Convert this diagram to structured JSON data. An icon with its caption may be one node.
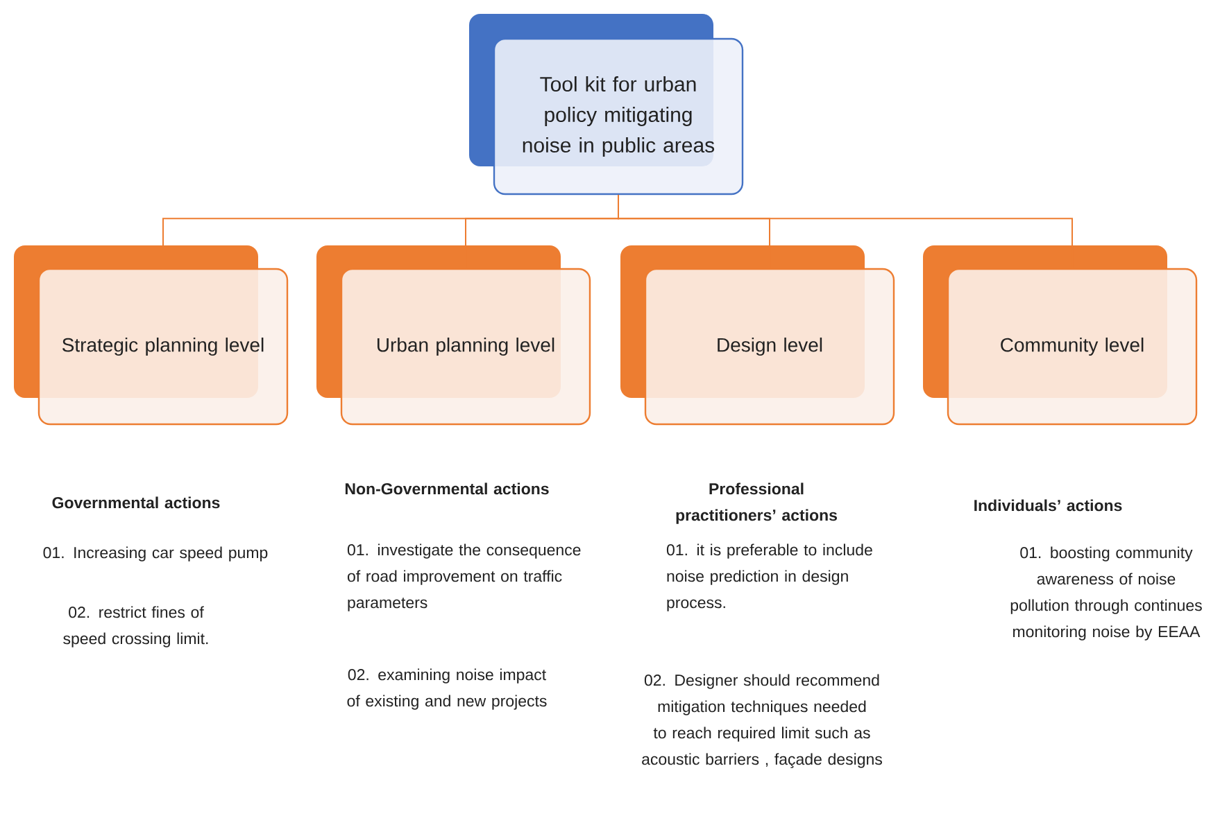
{
  "diagram": {
    "nodes": [
      {
        "text": [
          "Tool kit for urban policy mitigating noise in public areas"
        ]
      },
      {
        "text": [
          "Strategic planning level"
        ]
      },
      {
        "text": [
          "Urban planning level"
        ]
      },
      {
        "text": [
          "Design level"
        ]
      },
      {
        "text": [
          "Community level"
        ]
      }
    ],
    "edges": [
      {
        "from": 0,
        "to": 1,
        "arrow": "none"
      },
      {
        "from": 0,
        "to": 2,
        "arrow": "none"
      },
      {
        "from": 0,
        "to": 3,
        "arrow": "none"
      },
      {
        "from": 0,
        "to": 4,
        "arrow": "none"
      }
    ],
    "labels": [
      "Governmental actions",
      "01. Increasing car speed pump",
      "02. restrict fines of speed crossing limit.",
      "Non-Governmental actions",
      "01. investigate the consequence of road improvement on traffic parameters",
      "02. examining noise impact of existing and new projects",
      "Professional practitioners’ actions",
      "01. it is preferable to include noise prediction in design process.",
      "02. Designer should recommend mitigation techniques needed to reach required limit such as acoustic barriers , façade designs",
      "Individuals’ actions",
      "01. boosting community awareness of noise pollution through continues monitoring noise by EEAA"
    ]
  }
}
